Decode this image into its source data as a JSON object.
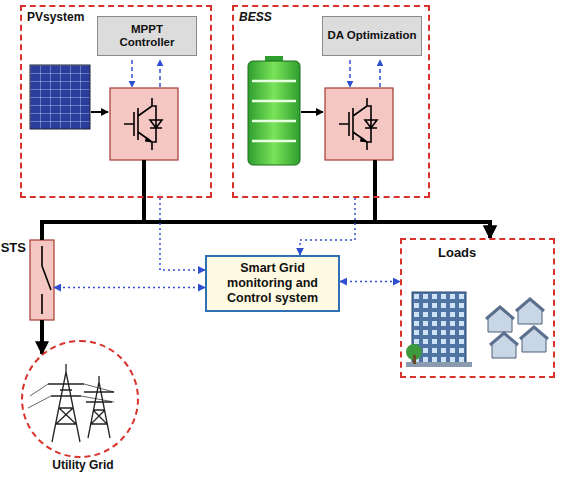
{
  "diagram": {
    "nodes": [
      {
        "text": [
          "PVsystem"
        ]
      },
      {
        "text": [
          "MPPT Controller"
        ],
        "in": 0
      },
      {
        "text": [
          "BESS"
        ]
      },
      {
        "text": [
          "DA Optimization"
        ],
        "in": 2
      },
      {
        "text": [
          "STS"
        ]
      },
      {
        "text": [
          "Smart Grid monitoring and Control system"
        ]
      },
      {
        "text": [
          "Loads"
        ]
      },
      {
        "text": [
          "Utility Grid"
        ]
      }
    ],
    "edges": [
      {
        "from": 0,
        "to": 6,
        "arrow": "to"
      },
      {
        "from": 2,
        "to": 6,
        "arrow": "to"
      },
      {
        "from": 4,
        "to": 7,
        "arrow": "to"
      },
      {
        "from": 4,
        "to": 6,
        "arrow": "none"
      },
      {
        "from": 0,
        "to": 5,
        "arrow": "to"
      },
      {
        "from": 2,
        "to": 5,
        "arrow": "to"
      },
      {
        "from": 5,
        "to": 4,
        "arrow": "both"
      },
      {
        "from": 5,
        "to": 6,
        "arrow": "both"
      }
    ]
  }
}
